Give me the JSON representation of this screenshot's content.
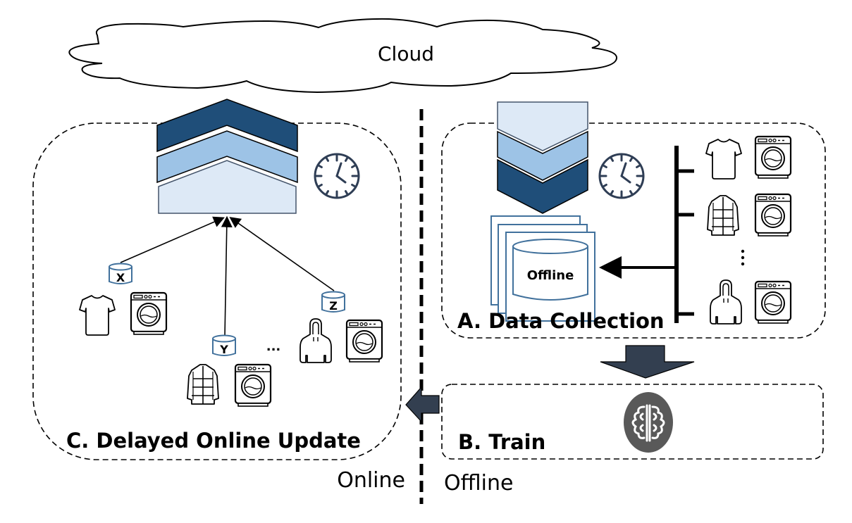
{
  "cloud": {
    "label": "Cloud"
  },
  "sections": {
    "online": {
      "title": "C. Delayed Online Update",
      "side_label": "Online",
      "clients": [
        {
          "db_label": "X",
          "garment": "t-shirt"
        },
        {
          "db_label": "Y",
          "garment": "puffer-jacket"
        },
        {
          "db_label": "Z",
          "garment": "hoodie"
        }
      ],
      "ellipsis": "..."
    },
    "data_collection": {
      "title": "A. Data Collection",
      "db_label": "Offline",
      "clients": [
        {
          "garment": "t-shirt"
        },
        {
          "garment": "puffer-jacket"
        },
        {
          "garment": "hoodie"
        }
      ],
      "ellipsis": "⋮"
    },
    "train": {
      "title": "B. Train",
      "icon": "brain-icon"
    },
    "offline": {
      "side_label": "Offline"
    }
  },
  "colors": {
    "dark_blue": "#1f4e79",
    "mid_blue": "#9dc3e6",
    "light_blue": "#dde9f6",
    "arrow_fill": "#333f50",
    "clock_stroke": "#2f3e55",
    "db_stroke": "#41719c",
    "brain_bg": "#595959"
  }
}
